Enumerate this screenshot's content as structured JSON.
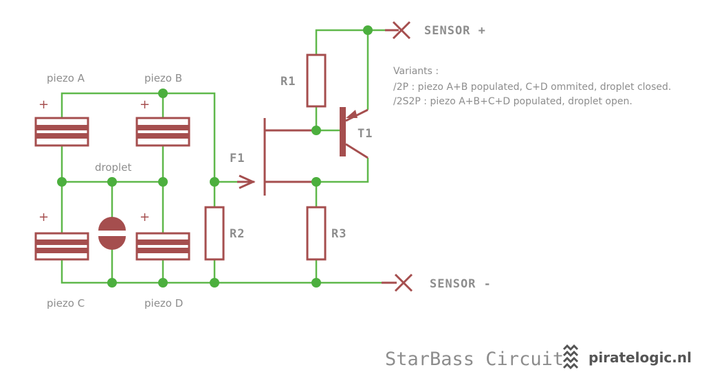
{
  "colors": {
    "wire": "#5fb84a",
    "component": "#a54e4e",
    "node": "#4caf3e",
    "text": "#8d8d8d",
    "brand": "#555555"
  },
  "labels": {
    "piezo_a": "piezo A",
    "piezo_b": "piezo B",
    "piezo_c": "piezo C",
    "piezo_d": "piezo D",
    "droplet": "droplet",
    "plus": "+",
    "r1": "R1",
    "r2": "R2",
    "r3": "R3",
    "f1": "F1",
    "t1": "T1",
    "sensor_plus": "SENSOR +",
    "sensor_minus": "SENSOR -"
  },
  "notes": {
    "title": "Variants :",
    "line1": "/2P : piezo A+B populated, C+D ommited, droplet closed.",
    "line2": "/2S2P : piezo A+B+C+D populated, droplet open."
  },
  "footer": {
    "title": "StarBass Circuit",
    "logo_icon": "wave-logo-icon",
    "brand": "piratelogic.nl"
  }
}
